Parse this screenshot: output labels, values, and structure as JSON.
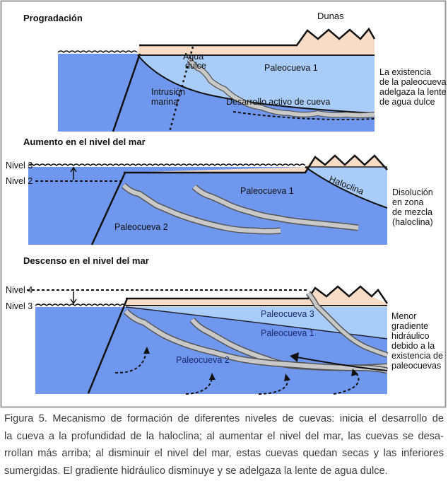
{
  "panel1": {
    "title": "Progradación",
    "dunes": "Dunas",
    "agua": "Agua",
    "dulce": "dulce",
    "paleo1": "Paleocueva 1",
    "intrusion": "Intrusión",
    "marina": "marina",
    "desarrollo": "Desarrollo activo de cueva",
    "note": [
      "La existencia",
      "de la paleocueva",
      "adelgaza la lente",
      "de agua dulce"
    ]
  },
  "panel2": {
    "title": "Aumento en el nivel del mar",
    "nivel3": "Nivel 3",
    "nivel2": "Nivel 2",
    "haloclina": "Haloclina",
    "paleo1": "Paleocueva 1",
    "paleo2": "Paleocueva 2",
    "note": [
      "Disolución",
      "en zona",
      "de mezcla",
      "(haloclina)"
    ]
  },
  "panel3": {
    "title": "Descenso en el nivel del mar",
    "nivel4": "Nivel 4",
    "nivel3": "Nivel 3",
    "paleo3": "Paleocueva 3",
    "paleo1": "Paleocueva 1",
    "paleo2": "Paleocueva 2",
    "note": [
      "Menor",
      "gradiente",
      "hidráulico",
      "debido a la",
      "existencia de",
      "paleocuevas"
    ]
  },
  "caption": [
    "Figura 5. Mecanismo de formación de diferentes niveles de cuevas: inicia el desarrollo de",
    "la cueva a la profundidad de la haloclina; al aumentar el nivel del mar, las cuevas se desa-",
    "rrollan más arriba; al disminuir el nivel del mar, estas cuevas quedan secas y las inferiores",
    "sumergidas. El gradiente hidráulico disminuye y se adelgaza la lente de agua dulce."
  ],
  "colors": {
    "sea": "#6f97ee",
    "fresh": "#a9cdf8",
    "land": "#f8dcc6",
    "cave": "#c9c9c9"
  }
}
